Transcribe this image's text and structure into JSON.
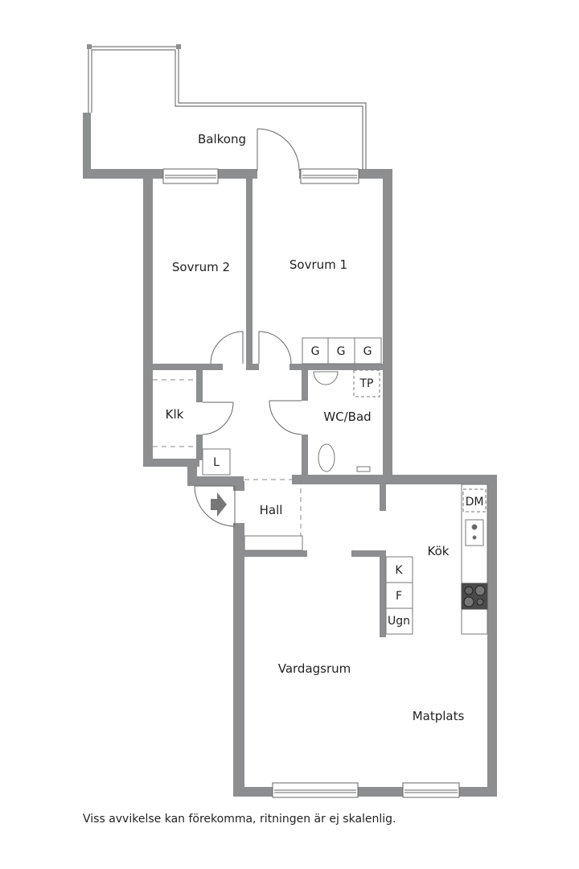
{
  "rooms": {
    "balkong": "Balkong",
    "sovrum2": "Sovrum 2",
    "sovrum1": "Sovrum 1",
    "klk": "Klk",
    "wcbad": "WC/Bad",
    "hall": "Hall",
    "kok": "Kök",
    "vardagsrum": "Vardagsrum",
    "matplats": "Matplats"
  },
  "fixtures": {
    "wardrobes": [
      "G",
      "G",
      "G"
    ],
    "tp": "TP",
    "linen": "L",
    "dm": "DM",
    "fridge": "K",
    "freezer": "F",
    "oven": "Ugn"
  },
  "colors": {
    "wall": "#8c8e8f",
    "line": "#555555",
    "stove": "#4a4a4a"
  },
  "footer": {
    "disclaimer": "Viss avvikelse kan förekomma, ritningen är ej skalenlig."
  }
}
